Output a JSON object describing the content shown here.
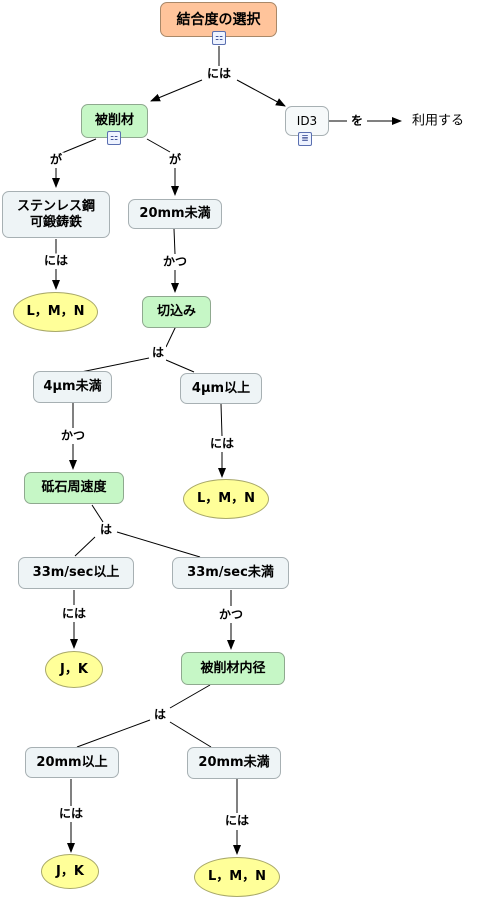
{
  "nodes": {
    "root": "結合度の選択",
    "work": "被削材",
    "id3": "ID3",
    "stainless": "ステンレス鋼\n可鍛鋳鉄",
    "d20_lt": "20mm未満",
    "lmn_1": "L，M，N",
    "cut": "切込み",
    "c4_lt": "4μm未満",
    "c4_ge": "4μm以上",
    "wheel": "砥石周速度",
    "lmn_2": "L，M，N",
    "v33_ge": "33m/sec以上",
    "v33_lt": "33m/sec未満",
    "jk_1": "J，K",
    "inner": "被削材内径",
    "d20_ge_2": "20mm以上",
    "d20_lt_2": "20mm未満",
    "jk_2": "J，K",
    "lmn_3": "L，M，N"
  },
  "labels": {
    "root_ha": "には",
    "id3_wo": "を",
    "use": "利用する",
    "work_ga_1": "が",
    "work_ga_2": "が",
    "stainless_niha": "には",
    "d20_katsu": "かつ",
    "cut_ha": "は",
    "c4lt_katsu": "かつ",
    "c4ge_niha": "には",
    "wheel_ha": "は",
    "v33ge_niha": "には",
    "v33lt_katsu": "かつ",
    "inner_ha": "は",
    "d20ge_niha": "には",
    "d20lt_niha": "には"
  },
  "icons": {
    "root": "hierarchy-icon",
    "work": "hierarchy-icon",
    "id3": "document-icon"
  },
  "colors": {
    "root_fill": "#ffc49b",
    "group_fill": "#c6f7c6",
    "condition_fill": "#eef4f6",
    "result_fill": "#ffff99"
  }
}
